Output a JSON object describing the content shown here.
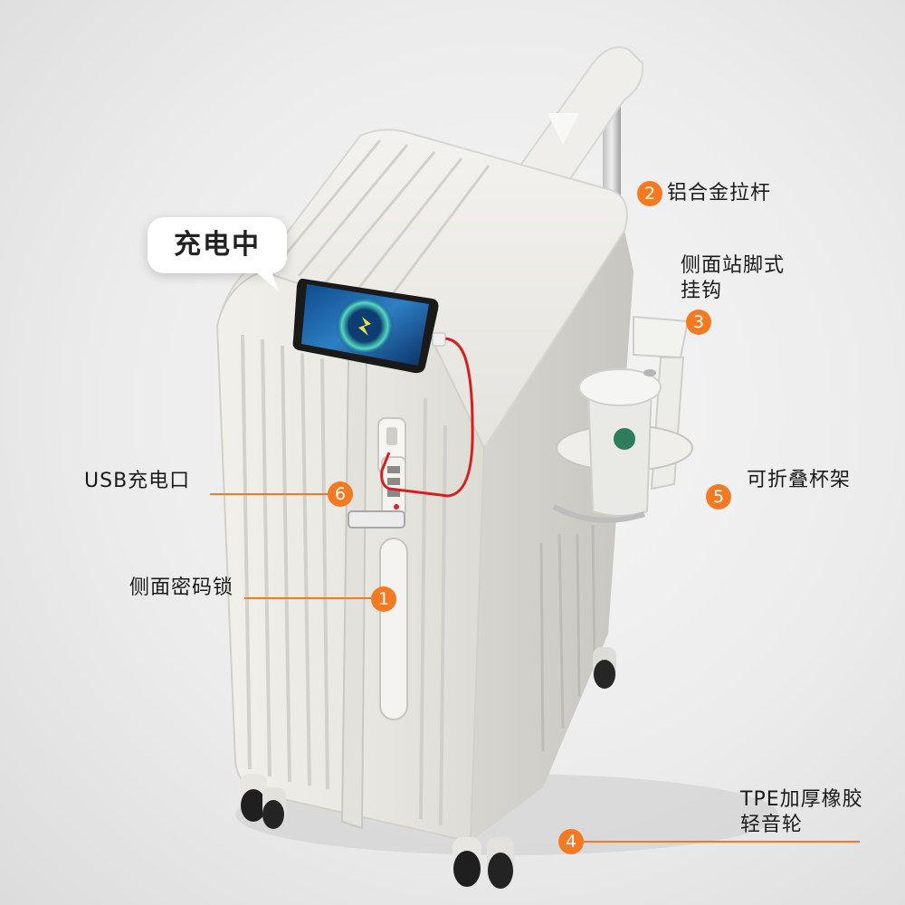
{
  "bubble": {
    "text": "充电中"
  },
  "features": {
    "f1": {
      "number": "1",
      "text": "侧面密码锁"
    },
    "f2": {
      "number": "2",
      "text": "铝合金拉杆"
    },
    "f3": {
      "number": "3",
      "line1": "侧面站脚式",
      "line2": "挂钩"
    },
    "f4": {
      "number": "4",
      "line1": "TPE加厚橡胶",
      "line2": "轻音轮"
    },
    "f5": {
      "number": "5",
      "text": "可折叠杯架"
    },
    "f6": {
      "number": "6",
      "text": "USB充电口"
    }
  },
  "colors": {
    "accent": "#f37a22",
    "cable": "#d62020",
    "shell": "#ecebe6"
  }
}
